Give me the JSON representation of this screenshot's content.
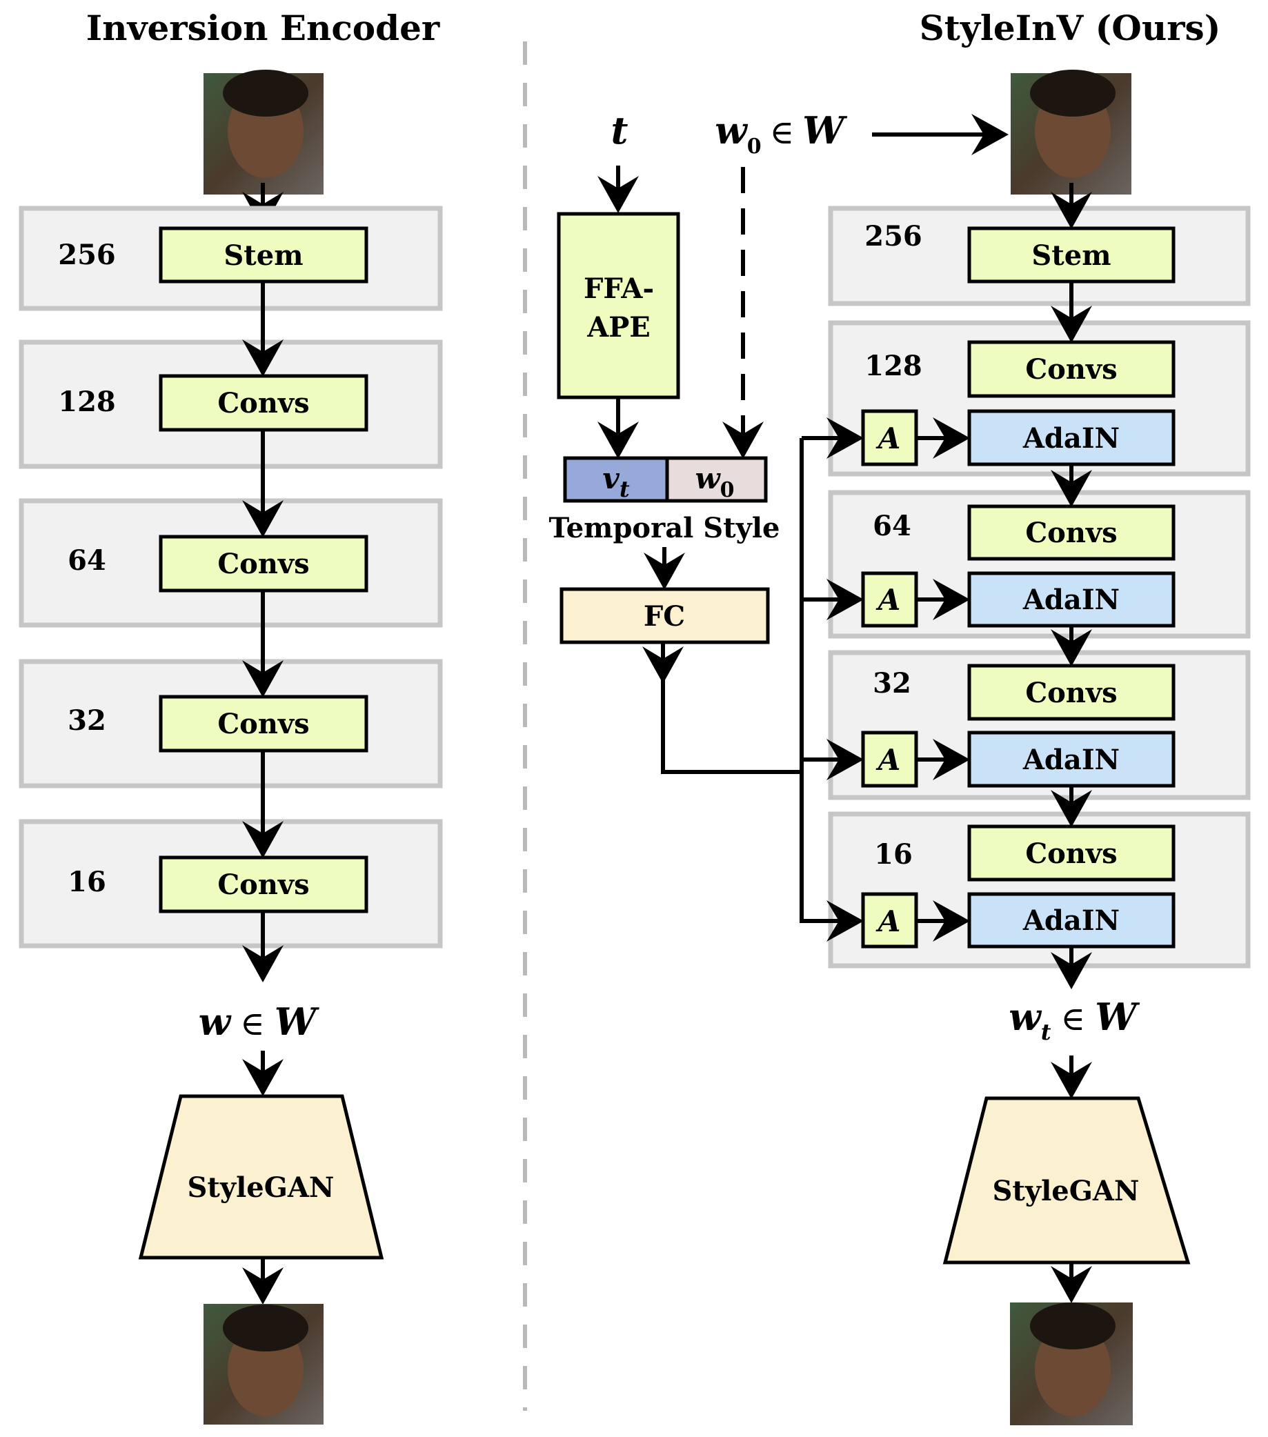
{
  "figure": {
    "left_panel": {
      "title": "Inversion Encoder",
      "input_image": "face-input-image",
      "stages": [
        {
          "resolution": "256",
          "block": "Stem"
        },
        {
          "resolution": "128",
          "block": "Convs"
        },
        {
          "resolution": "64",
          "block": "Convs"
        },
        {
          "resolution": "32",
          "block": "Convs"
        },
        {
          "resolution": "16",
          "block": "Convs"
        }
      ],
      "latent": {
        "var": "w",
        "in": "∈",
        "space": "W"
      },
      "generator": "StyleGAN",
      "output_image": "face-output-image"
    },
    "right_panel": {
      "title": "StyleInV (Ours)",
      "time_input": "t",
      "init_latent": {
        "var": "w",
        "sub": "0",
        "in": "∈",
        "space": "W"
      },
      "encoder_block": {
        "line1": "FFA-",
        "line2": "APE"
      },
      "temporal_style": {
        "label": "Temporal Style",
        "part1": {
          "var": "v",
          "sub": "t",
          "color": "#97a9d8"
        },
        "part2": {
          "var": "w",
          "sub": "0",
          "color": "#e9dcdc"
        }
      },
      "fc": "FC",
      "affine": "A",
      "stages": [
        {
          "resolution": "256",
          "blocks": [
            "Stem"
          ]
        },
        {
          "resolution": "128",
          "blocks": [
            "Convs",
            "AdaIN"
          ]
        },
        {
          "resolution": "64",
          "blocks": [
            "Convs",
            "AdaIN"
          ]
        },
        {
          "resolution": "32",
          "blocks": [
            "Convs",
            "AdaIN"
          ]
        },
        {
          "resolution": "16",
          "blocks": [
            "Convs",
            "AdaIN"
          ]
        }
      ],
      "latent": {
        "var": "w",
        "sub": "t",
        "in": "∈",
        "space": "W"
      },
      "generator": "StyleGAN"
    },
    "colors": {
      "conv_block": "#eefcc0",
      "adain_block": "#c9e2f8",
      "fc_and_generator": "#fbf0cf",
      "stage_background": "#f1f1f1",
      "stage_border": "#c6c6c6"
    }
  }
}
